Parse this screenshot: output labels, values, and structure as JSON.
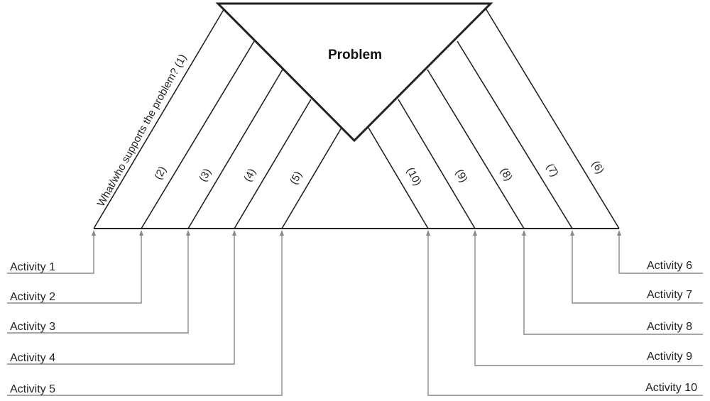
{
  "problem": "Problem",
  "slanted_labels": {
    "left_1": "What/who supports the  problem? (1)",
    "left_2": "(2)",
    "left_3": "(3)",
    "left_4": "(4)",
    "left_5": "(5)",
    "right_10": "(10)",
    "right_9": "(9)",
    "right_8": "(8)",
    "right_7": "(7)",
    "right_6": "(6)"
  },
  "activities_left": [
    "Activity 1",
    "Activity 2",
    "Activity 3",
    "Activity 4",
    "Activity 5"
  ],
  "activities_right": [
    "Activity 6",
    "Activity 7",
    "Activity 8",
    "Activity 9",
    "Activity 10"
  ],
  "colors": {
    "outline": "#222222",
    "connector": "#888888"
  }
}
